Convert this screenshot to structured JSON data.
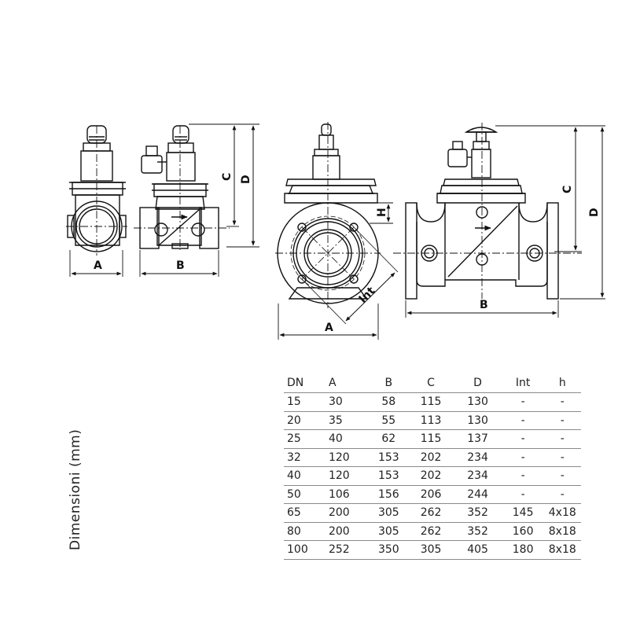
{
  "drawing_labels": {
    "view1_width": "A",
    "view2_width": "B",
    "view2_height_c": "C",
    "view2_height_d": "D",
    "view3_width": "A",
    "view3_h": "H",
    "view3_int": "Int",
    "view4_width": "B",
    "view4_height_c": "C",
    "view4_height_d": "D"
  },
  "side_label": "Dimensioni (mm)",
  "table": {
    "headers": [
      "DN",
      "A",
      "B",
      "C",
      "D",
      "Int",
      "h"
    ],
    "rows": [
      [
        "15",
        "30",
        "58",
        "115",
        "130",
        "-",
        "-"
      ],
      [
        "20",
        "35",
        "55",
        "113",
        "130",
        "-",
        "-"
      ],
      [
        "25",
        "40",
        "62",
        "115",
        "137",
        "-",
        "-"
      ],
      [
        "32",
        "120",
        "153",
        "202",
        "234",
        "-",
        "-"
      ],
      [
        "40",
        "120",
        "153",
        "202",
        "234",
        "-",
        "-"
      ],
      [
        "50",
        "106",
        "156",
        "206",
        "244",
        "-",
        "-"
      ],
      [
        "65",
        "200",
        "305",
        "262",
        "352",
        "145",
        "4x18"
      ],
      [
        "80",
        "200",
        "305",
        "262",
        "352",
        "160",
        "8x18"
      ],
      [
        "100",
        "252",
        "350",
        "305",
        "405",
        "180",
        "8x18"
      ]
    ]
  }
}
